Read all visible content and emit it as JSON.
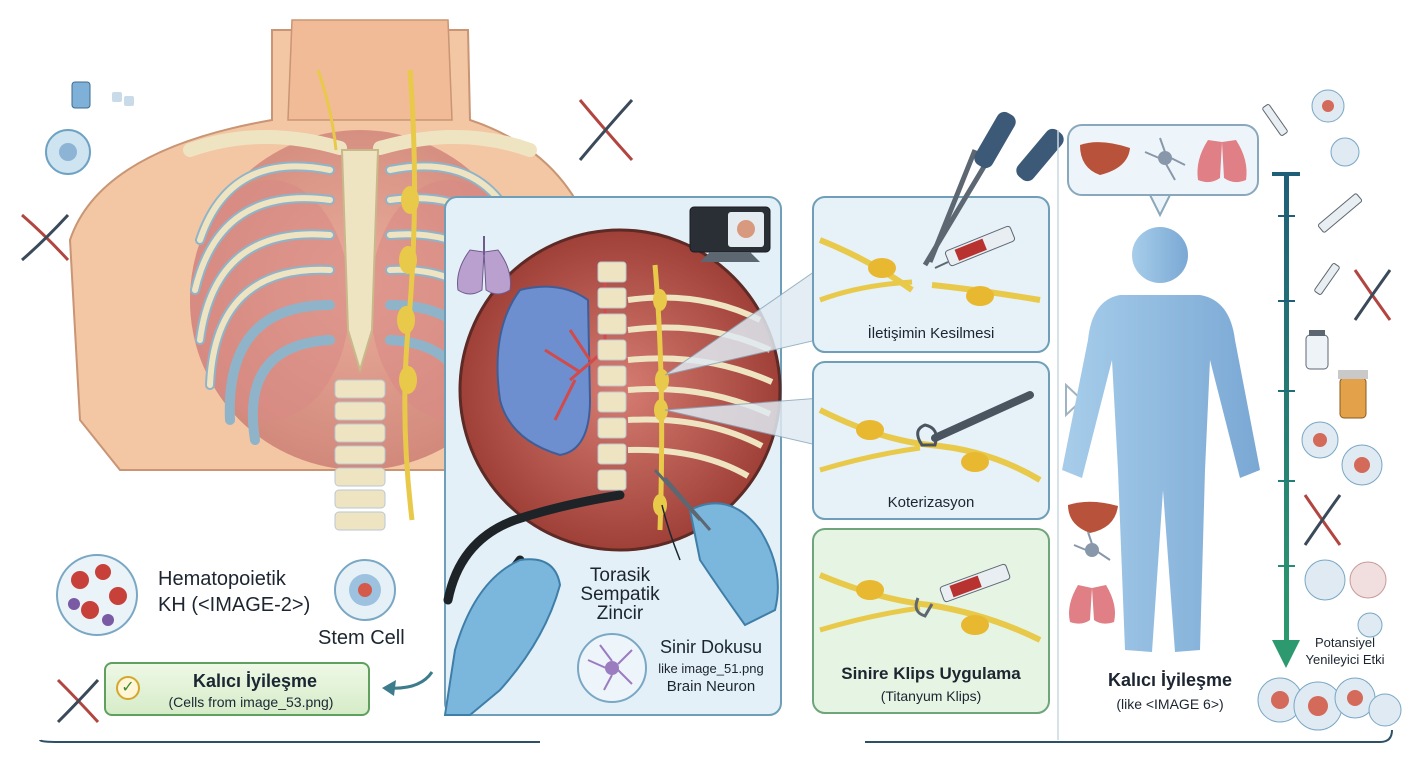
{
  "labels": {
    "hematopoietic_line1": "Hematopoietik",
    "hematopoietic_line2": "KH (<IMAGE-2>)",
    "stem_cell": "Stem Cell",
    "recovery_title": "Kalıcı İyileşme",
    "recovery_sub": "(Cells from image_53.png)",
    "chain_line1": "Torasik",
    "chain_line2": "Sempatik",
    "chain_line3": "Zincir",
    "nerve_tissue": "Sinir Dokusu",
    "nerve_ref": "like image_51.png",
    "nerve_sub": "Brain Neuron",
    "stage1": "İletişimin Kesilmesi",
    "stage2": "Koterizasyon",
    "stage3_title": "Sinire Klips Uygulama",
    "stage3_sub": "(Titanyum Klips)",
    "body_title": "Kalıcı İyileşme",
    "body_sub": "(like <IMAGE 6>)",
    "potential_line1": "Potansiyel",
    "potential_line2": "Yenileyici Etki"
  },
  "icons": [
    "check-icon",
    "dna-icon",
    "syringe-icon",
    "scissors-icon",
    "clip-icon",
    "endoscope-icon",
    "monitor-icon",
    "lungs-icon",
    "liver-icon",
    "neuron-icon",
    "vial-icon",
    "pill-bottle-icon",
    "cell-icon"
  ],
  "colors": {
    "nerve": "#e8c94a",
    "bone": "#efe4c2",
    "skin": "#f3c6a4",
    "lung": "#6d8fcf",
    "glove": "#7bb6dc",
    "body": "#8fbbe2",
    "panel_border": "#6f9fb8",
    "recovery_green": "#5fa05f",
    "timeline": "#1f7a86"
  }
}
